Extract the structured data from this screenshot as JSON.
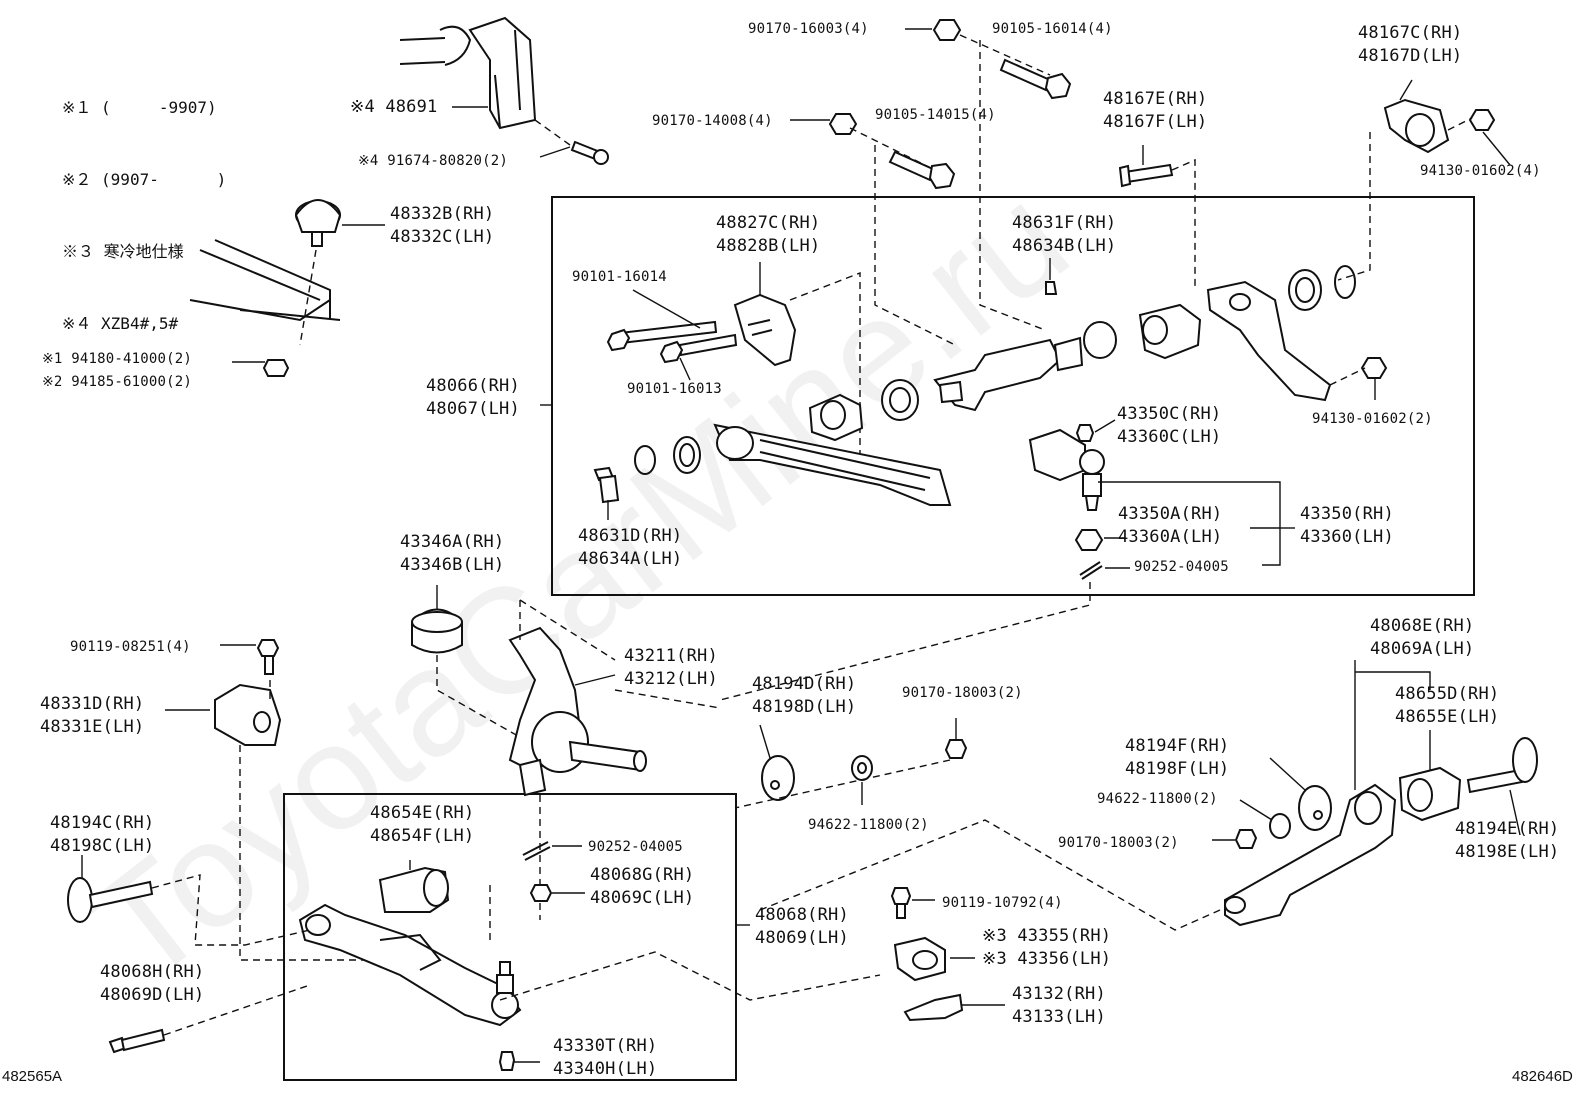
{
  "notes": [
    "※１ (     -9907)",
    "※２ (9907-      )",
    "※３ 寒冷地仕様",
    "※４ XZB4#,5#"
  ],
  "corners": {
    "left": "482565A",
    "right": "482646D"
  },
  "watermark": "ToyotaCarMine.ru",
  "labels": {
    "p48691": [
      "※4 48691"
    ],
    "p91674": [
      "※4 91674-80820(2)"
    ],
    "p48332": [
      "48332B(RH)",
      "48332C(LH)"
    ],
    "p94180": [
      "※1 94180-41000(2)",
      "※2 94185-61000(2)"
    ],
    "p90170_16003": [
      "90170-16003(4)"
    ],
    "p90105_16014": [
      "90105-16014(4)"
    ],
    "p90170_14008": [
      "90170-14008(4)"
    ],
    "p90105_14015": [
      "90105-14015(4)"
    ],
    "p48167EF": [
      "48167E(RH)",
      "48167F(LH)"
    ],
    "p48167CD": [
      "48167C(RH)",
      "48167D(LH)"
    ],
    "p94130_4": [
      "94130-01602(4)"
    ],
    "p48827": [
      "48827C(RH)",
      "48828B(LH)"
    ],
    "p90101_16014": [
      "90101-16014"
    ],
    "p90101_16013": [
      "90101-16013"
    ],
    "p48631F": [
      "48631F(RH)",
      "48634B(LH)"
    ],
    "p94130_2": [
      "94130-01602(2)"
    ],
    "p48066": [
      "48066(RH)",
      "48067(LH)"
    ],
    "p43350C": [
      "43350C(RH)",
      "43360C(LH)"
    ],
    "p43350A": [
      "43350A(RH)",
      "43360A(LH)"
    ],
    "p43350": [
      "43350(RH)",
      "43360(LH)"
    ],
    "p90252_top": [
      "90252-04005"
    ],
    "p48631D": [
      "48631D(RH)",
      "48634A(LH)"
    ],
    "p43346": [
      "43346A(RH)",
      "43346B(LH)"
    ],
    "p90119_08251": [
      "90119-08251(4)"
    ],
    "p48331": [
      "48331D(RH)",
      "48331E(LH)"
    ],
    "p43211": [
      "43211(RH)",
      "43212(LH)"
    ],
    "p48194D": [
      "48194D(RH)",
      "48198D(LH)"
    ],
    "p90170_18003a": [
      "90170-18003(2)"
    ],
    "p94622a": [
      "94622-11800(2)"
    ],
    "p48068E": [
      "48068E(RH)",
      "48069A(LH)"
    ],
    "p48655": [
      "48655D(RH)",
      "48655E(LH)"
    ],
    "p48194F": [
      "48194F(RH)",
      "48198F(LH)"
    ],
    "p94622b": [
      "94622-11800(2)"
    ],
    "p90170_18003b": [
      "90170-18003(2)"
    ],
    "p48194E": [
      "48194E(RH)",
      "48198E(LH)"
    ],
    "p48194C": [
      "48194C(RH)",
      "48198C(LH)"
    ],
    "p48654": [
      "48654E(RH)",
      "48654F(LH)"
    ],
    "p90252_bot": [
      "90252-04005"
    ],
    "p48068G": [
      "48068G(RH)",
      "48069C(LH)"
    ],
    "p48068": [
      "48068(RH)",
      "48069(LH)"
    ],
    "p48068H": [
      "48068H(RH)",
      "48069D(LH)"
    ],
    "p43330": [
      "43330T(RH)",
      "43340H(LH)"
    ],
    "p90119_10792": [
      "90119-10792(4)"
    ],
    "p43355": [
      "※3 43355(RH)",
      "※3 43356(LH)"
    ],
    "p43132": [
      "43132(RH)",
      "43133(LH)"
    ]
  }
}
